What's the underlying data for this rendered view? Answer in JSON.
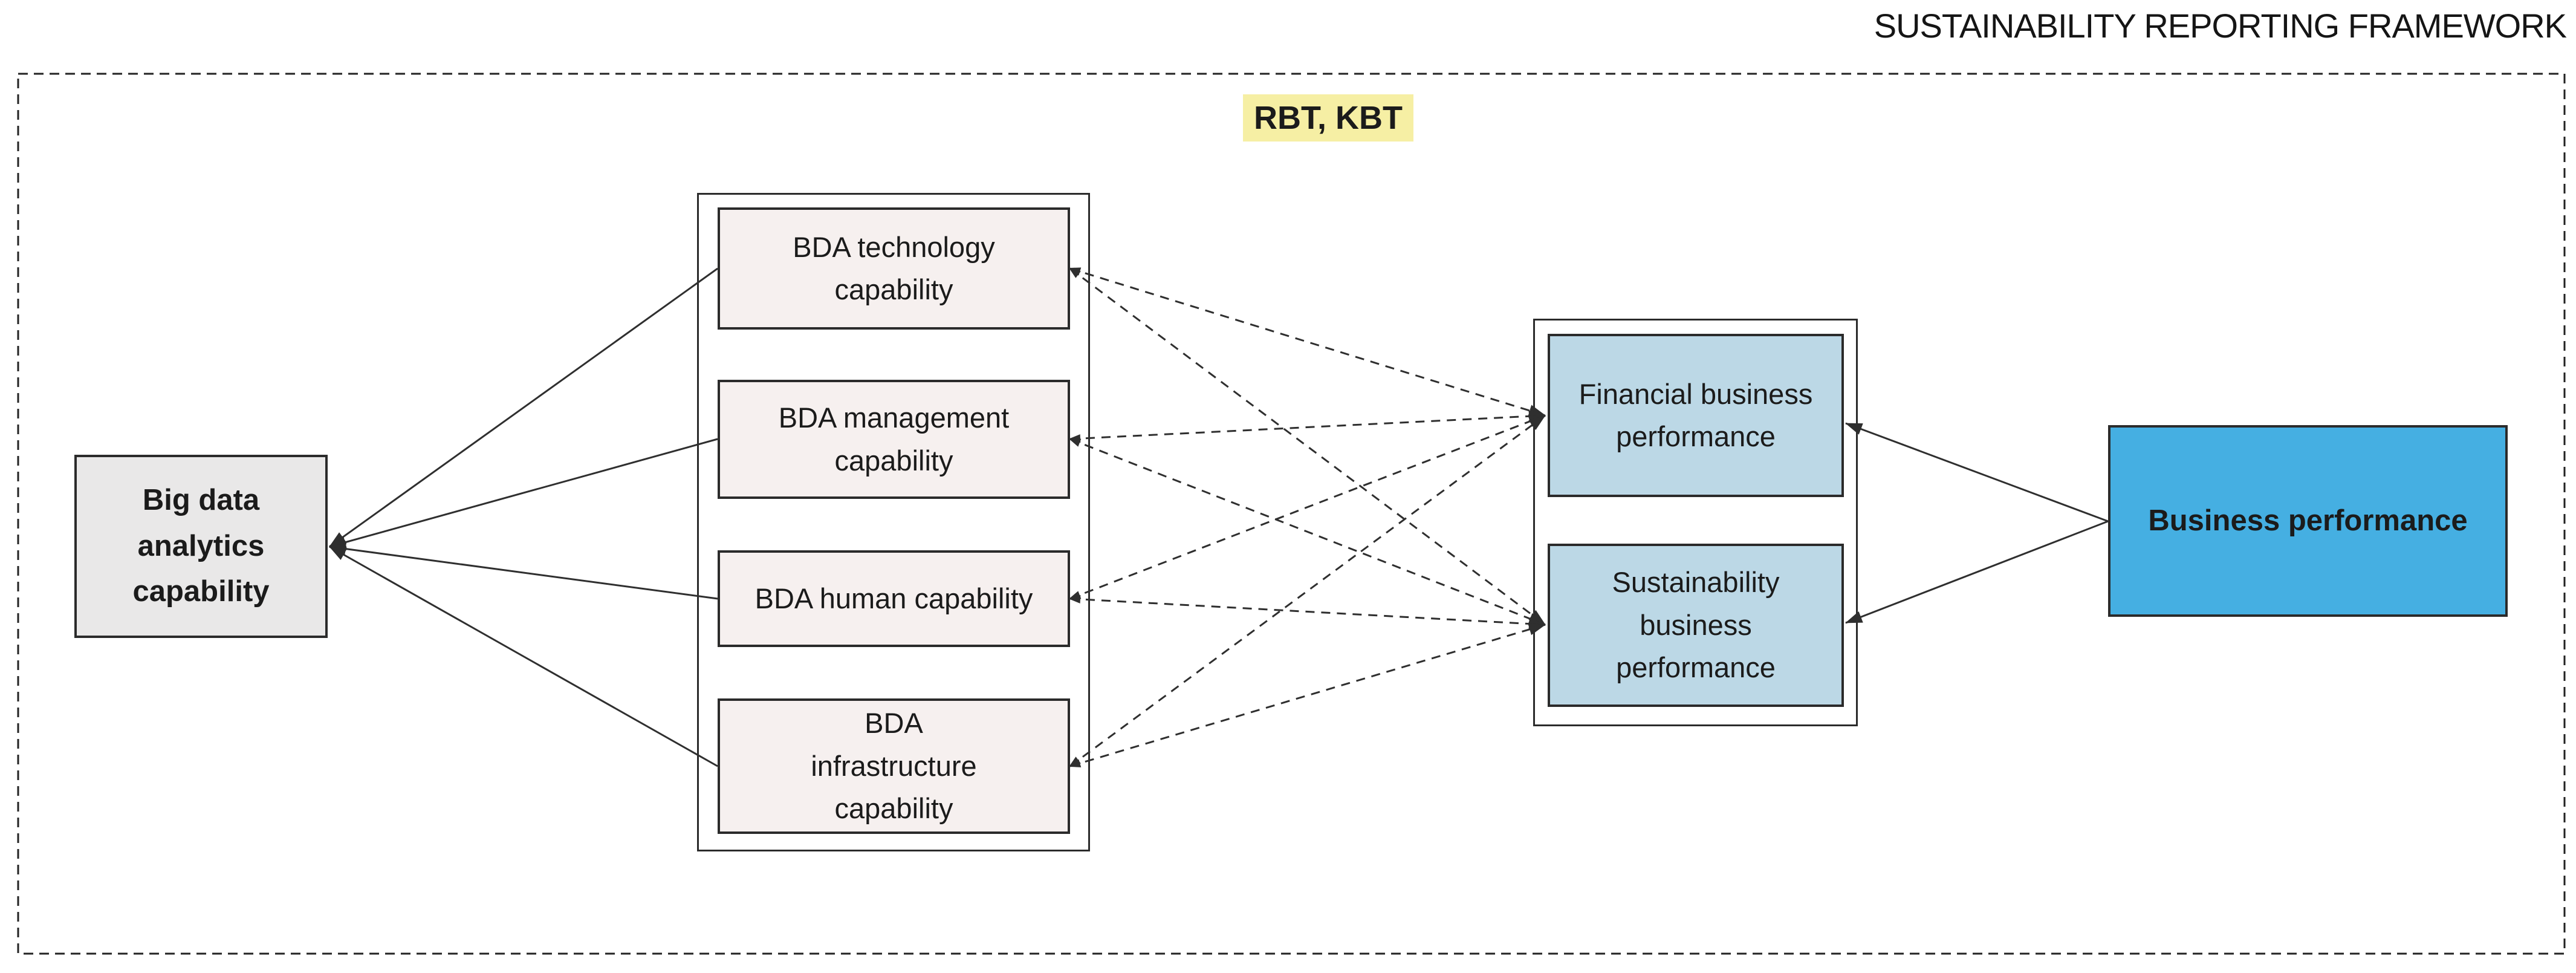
{
  "title": "SUSTAINABILITY REPORTING FRAMEWORK",
  "theory_label": "RBT, KBT",
  "colors": {
    "highlight_yellow": "#F6EFA4",
    "left_node_grey": "#E9E8E8",
    "bda_node_pink": "#F6F0EF",
    "performance_node_light_blue": "#BCD8E6",
    "business_node_blue": "#45AFE2",
    "line_dark": "#2f2f2f",
    "border_dark": "#2b2b2b"
  },
  "nodes": {
    "bdac": {
      "label": "Big data analytics\ncapability"
    },
    "tech": {
      "label": "BDA technology\ncapability"
    },
    "mgmt": {
      "label": "BDA management\ncapability"
    },
    "human": {
      "label": "BDA human capability"
    },
    "infra": {
      "label": "BDA\ninfrastructure\ncapability"
    },
    "fin": {
      "label": "Financial business\nperformance"
    },
    "sus": {
      "label": "Sustainability\nbusiness\nperformance"
    },
    "biz": {
      "label": "Business performance"
    }
  },
  "edges": [
    {
      "from": "tech",
      "to": "bdac",
      "style": "solid"
    },
    {
      "from": "mgmt",
      "to": "bdac",
      "style": "solid"
    },
    {
      "from": "human",
      "to": "bdac",
      "style": "solid"
    },
    {
      "from": "infra",
      "to": "bdac",
      "style": "solid"
    },
    {
      "from": "biz",
      "to": "fin",
      "style": "solid"
    },
    {
      "from": "biz",
      "to": "sus",
      "style": "solid"
    },
    {
      "from": "tech",
      "to": "fin",
      "style": "dashed"
    },
    {
      "from": "tech",
      "to": "sus",
      "style": "dashed"
    },
    {
      "from": "mgmt",
      "to": "fin",
      "style": "dashed"
    },
    {
      "from": "mgmt",
      "to": "sus",
      "style": "dashed"
    },
    {
      "from": "human",
      "to": "fin",
      "style": "dashed"
    },
    {
      "from": "human",
      "to": "sus",
      "style": "dashed"
    },
    {
      "from": "infra",
      "to": "fin",
      "style": "dashed"
    },
    {
      "from": "infra",
      "to": "sus",
      "style": "dashed"
    }
  ]
}
